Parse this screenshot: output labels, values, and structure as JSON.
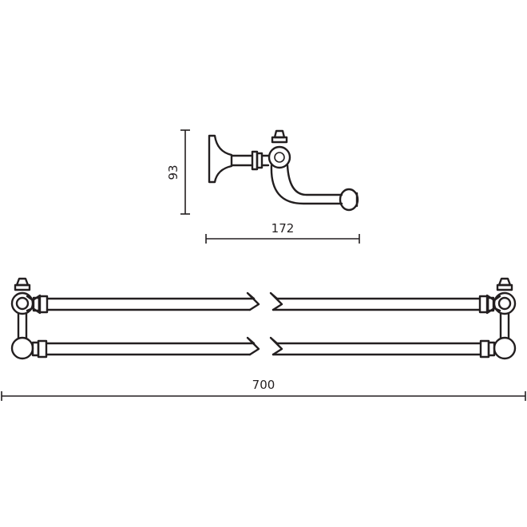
{
  "dimensions": {
    "side_height": "93",
    "side_depth": "172",
    "total_width": "700"
  }
}
